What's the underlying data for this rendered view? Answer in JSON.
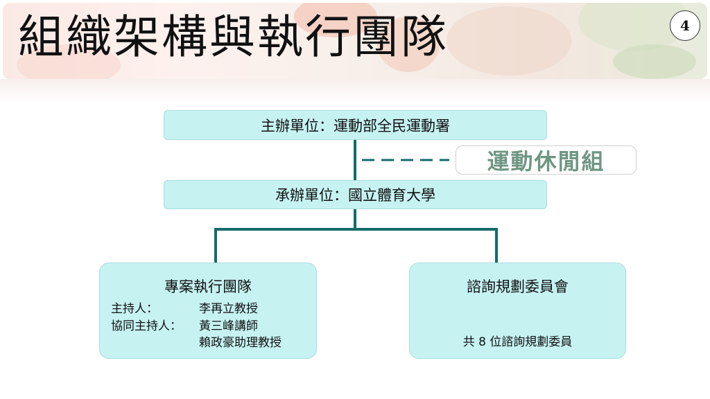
{
  "slide": {
    "title": "組織架構與執行團隊",
    "page_number": "4"
  },
  "org_chart": {
    "organizer": "主辦單位：運動部全民運動署",
    "organizer_unit": "運動休閒組",
    "contractor": "承辦單位：國立體育大學",
    "project_team": {
      "title": "專案執行團隊",
      "host_label": "主持人：",
      "host_name": "李再立教授",
      "cohost_label": "協同主持人：",
      "cohost_1": "黃三峰講師",
      "cohost_2": "賴政豪助理教授"
    },
    "advisory": {
      "title": "諮詢規劃委員會",
      "count_text": "共 8 位諮詢規劃委員"
    }
  },
  "colors": {
    "box_fill": "#c6f2f2",
    "connector": "#146b6b",
    "unit_text": "#6e9682"
  }
}
